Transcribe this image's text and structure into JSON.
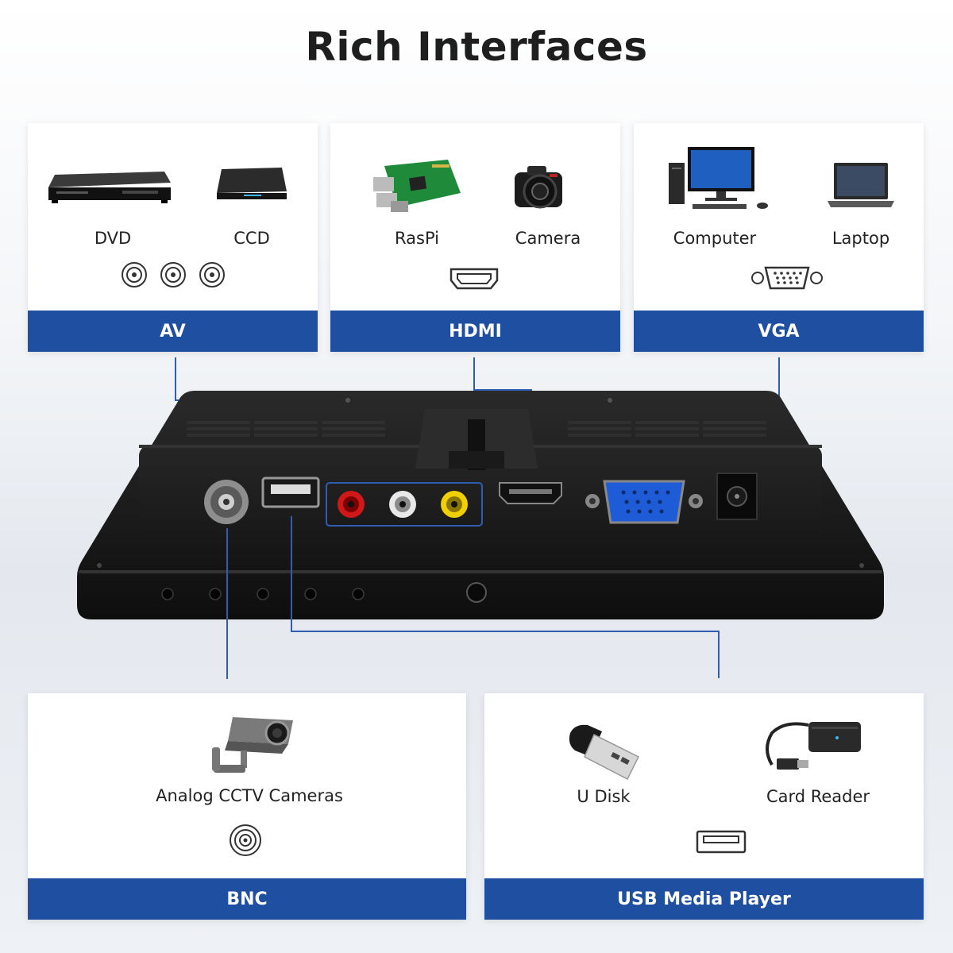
{
  "title": "Rich Interfaces",
  "cards": {
    "av": {
      "band": "AV",
      "devices": [
        "DVD",
        "CCD"
      ]
    },
    "hdmi": {
      "band": "HDMI",
      "devices": [
        "RasPi",
        "Camera"
      ]
    },
    "vga": {
      "band": "VGA",
      "devices": [
        "Computer",
        "Laptop"
      ]
    },
    "bnc": {
      "band": "BNC",
      "devices": [
        "Analog CCTV Cameras"
      ]
    },
    "usb": {
      "band": "USB Media Player",
      "devices": [
        "U Disk",
        "Card Reader"
      ]
    }
  },
  "colors": {
    "band": "#1f4fa0",
    "line": "#2f5db0",
    "monitor": "#1a1a1a"
  }
}
